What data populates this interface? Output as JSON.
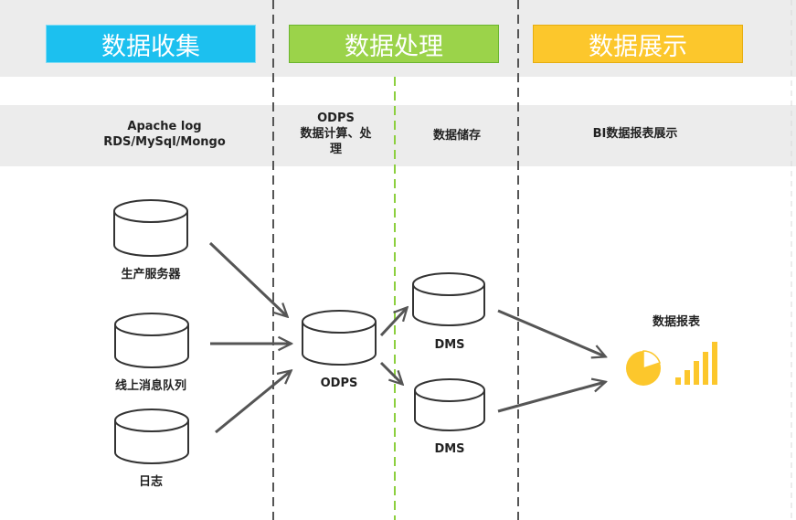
{
  "headers": [
    {
      "label": "数据收集",
      "color": "#1cc0ef",
      "border": "#7fdcf5"
    },
    {
      "label": "数据处理",
      "color": "#9bd34a",
      "border": "#6bb52e"
    },
    {
      "label": "数据展示",
      "color": "#fcc72c",
      "border": "#e6ad10"
    }
  ],
  "columns": {
    "collect": [
      "Apache log",
      "RDS/MySql/Mongo"
    ],
    "compute": [
      "ODPS",
      "数据计算、处",
      "理"
    ],
    "store": "数据储存",
    "display": "BI数据报表展示"
  },
  "nodes": {
    "prod_server": "生产服务器",
    "online_queue": "线上消息队列",
    "log": "日志",
    "odps": "ODPS",
    "dms_1": "DMS",
    "dms_2": "DMS",
    "report": "数据报表"
  },
  "icons": {
    "database": "database-cylinder-icon",
    "pie": "pie-chart-icon",
    "bars": "bar-chart-icon",
    "accent_yellow": "#fcc72c"
  }
}
